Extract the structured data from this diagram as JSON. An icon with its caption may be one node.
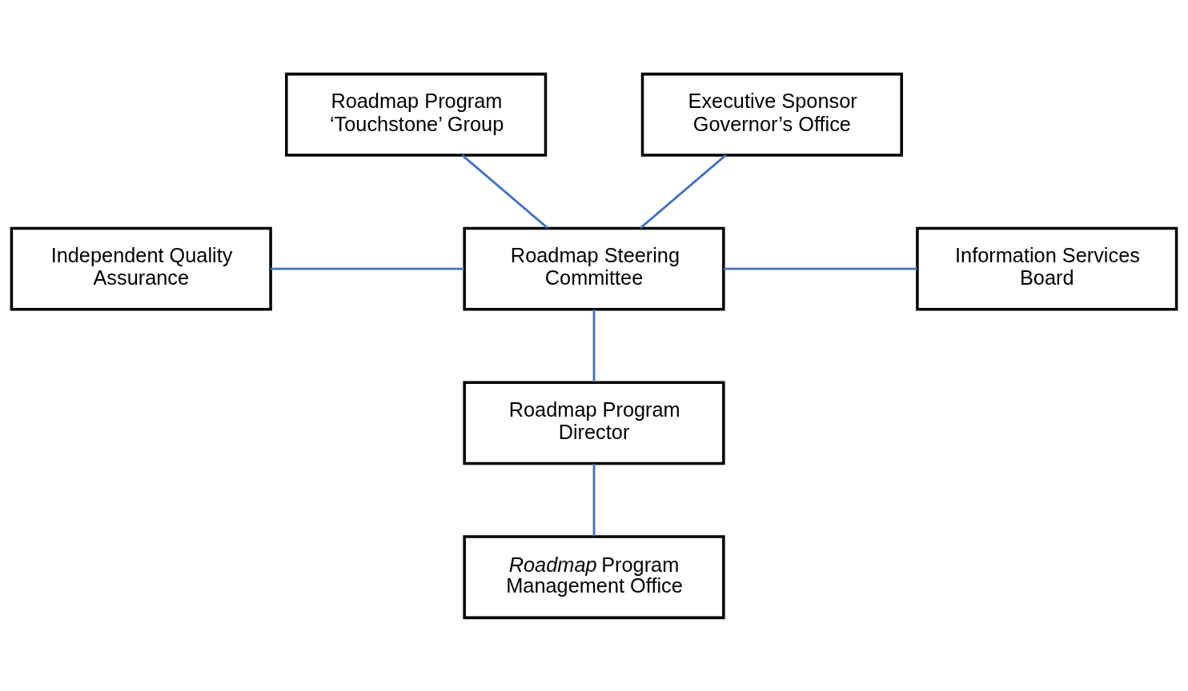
{
  "diagram": {
    "nodes": [
      {
        "text": [
          "Roadmap Program ‘Touchstone’ Group"
        ]
      },
      {
        "text": [
          "Executive Sponsor Governor’s Office"
        ]
      },
      {
        "text": [
          "Independent Quality Assurance"
        ]
      },
      {
        "text": [
          "Roadmap Steering Committee"
        ]
      },
      {
        "text": [
          "Information Services Board"
        ]
      },
      {
        "text": [
          "Roadmap Program Director"
        ]
      },
      {
        "text": [
          "*Roadmap* Program Management Office"
        ]
      }
    ],
    "edges": [
      {
        "from": 0,
        "to": 3,
        "arrow": "none"
      },
      {
        "from": 1,
        "to": 3,
        "arrow": "none"
      },
      {
        "from": 2,
        "to": 3,
        "arrow": "none"
      },
      {
        "from": 3,
        "to": 4,
        "arrow": "none"
      },
      {
        "from": 3,
        "to": 5,
        "arrow": "none"
      },
      {
        "from": 5,
        "to": 6,
        "arrow": "none"
      }
    ]
  }
}
